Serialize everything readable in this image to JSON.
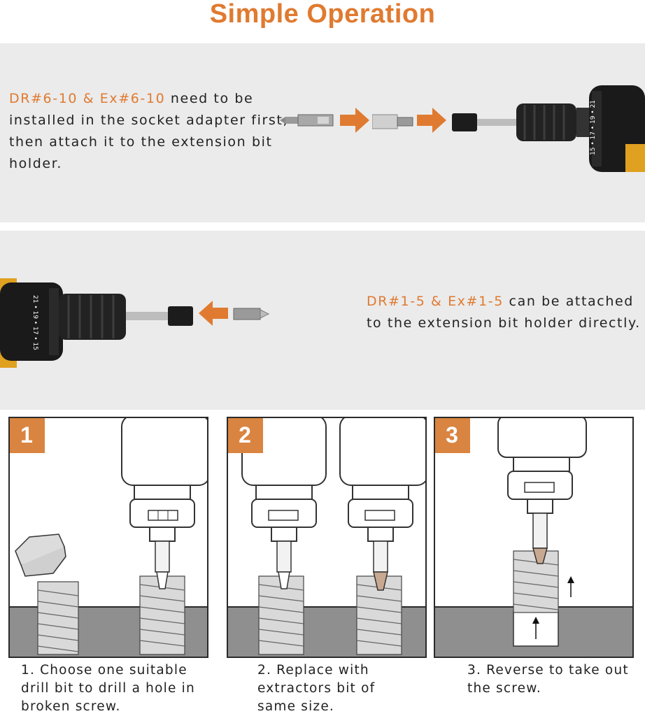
{
  "title": "Simple Operation",
  "panel1": {
    "highlight": "DR#6-10 & Ex#6-10",
    "text": " need to be installed in the socket adapter first, then attach it to the extension bit holder."
  },
  "panel2": {
    "highlight": "DR#1-5 & Ex#1-5",
    "text": " can be attached to the extension bit holder directly."
  },
  "drill_labels": {
    "dial1": "15 • 17 • 19 • 21",
    "dial2": "21 • 19 • 17 • 15"
  },
  "steps": [
    {
      "number": "1",
      "caption": "1. Choose one suitable drill bit to drill a hole in broken screw."
    },
    {
      "number": "2",
      "caption": "2. Replace with extractors bit of same size."
    },
    {
      "number": "3",
      "caption": "3. Reverse to take out the screw."
    }
  ],
  "colors": {
    "accent": "#e07a30",
    "panel": "#ebebeb",
    "ground": "#8f8f8f"
  }
}
